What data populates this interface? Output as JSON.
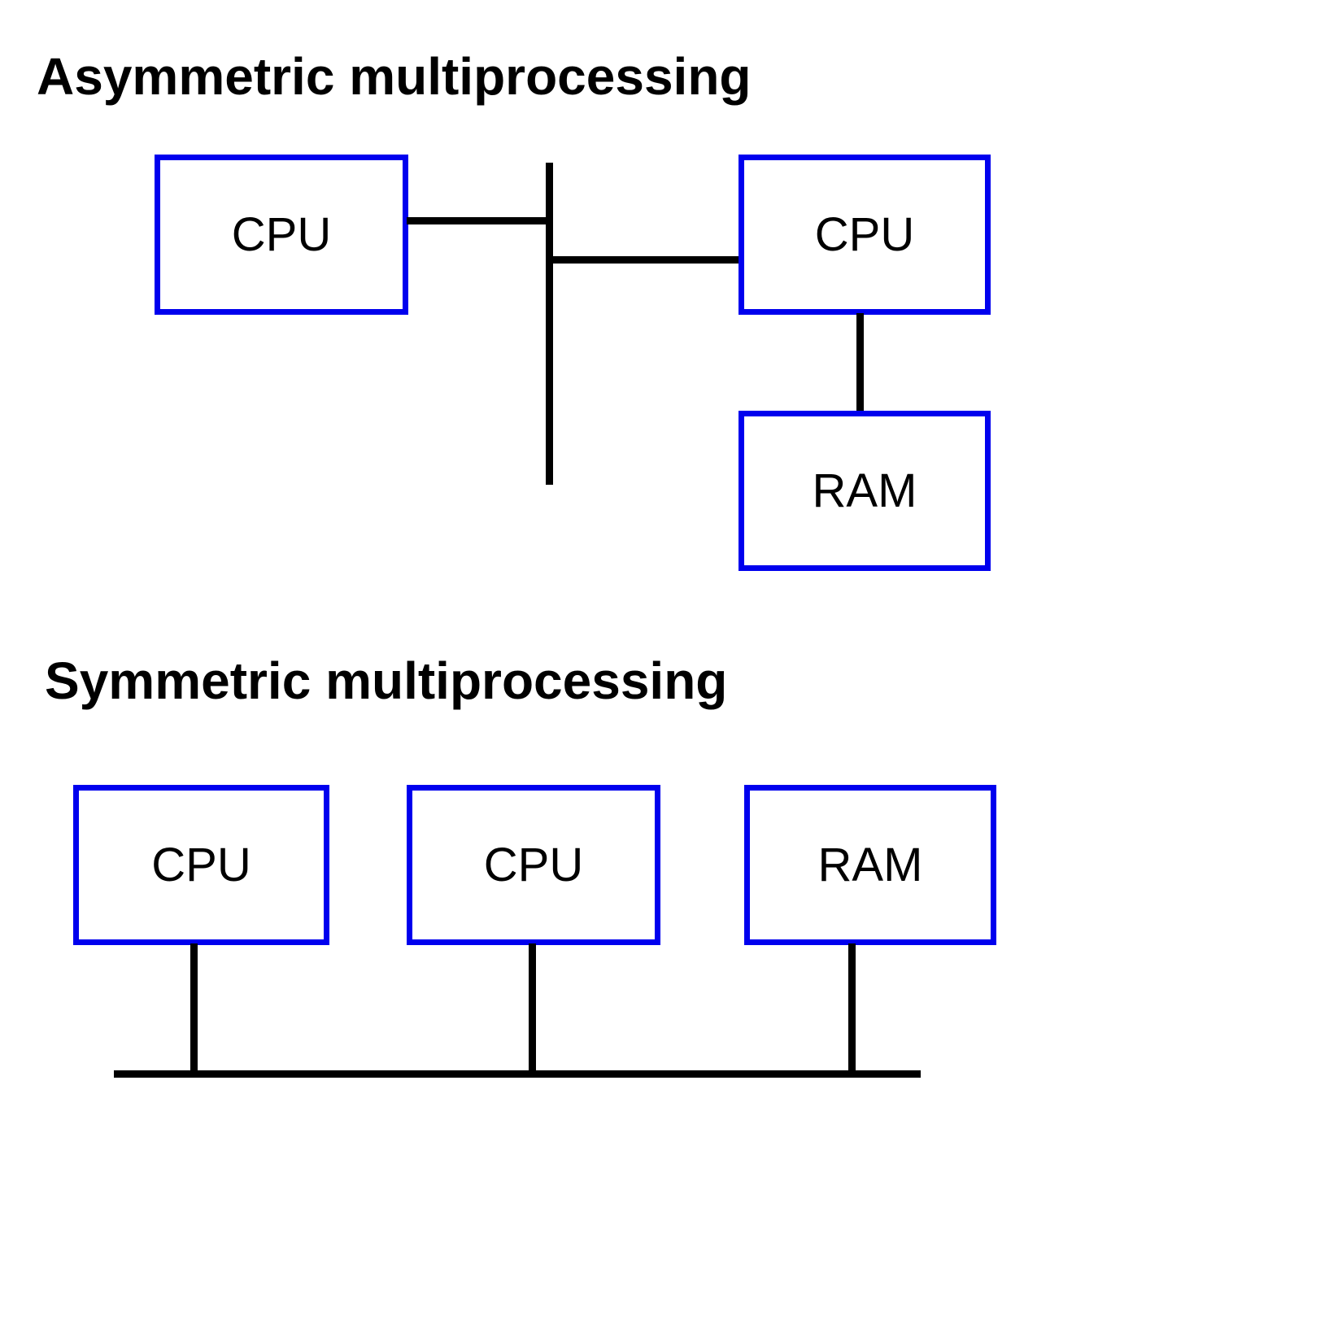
{
  "colors": {
    "background": "#ffffff",
    "box_border": "#0000ee",
    "line": "#000000",
    "text": "#000000"
  },
  "asymmetric": {
    "title": "Asymmetric multiprocessing",
    "boxes": [
      {
        "label": "CPU"
      },
      {
        "label": "CPU"
      },
      {
        "label": "RAM"
      }
    ]
  },
  "symmetric": {
    "title": "Symmetric multiprocessing",
    "boxes": [
      {
        "label": "CPU"
      },
      {
        "label": "CPU"
      },
      {
        "label": "RAM"
      }
    ]
  }
}
